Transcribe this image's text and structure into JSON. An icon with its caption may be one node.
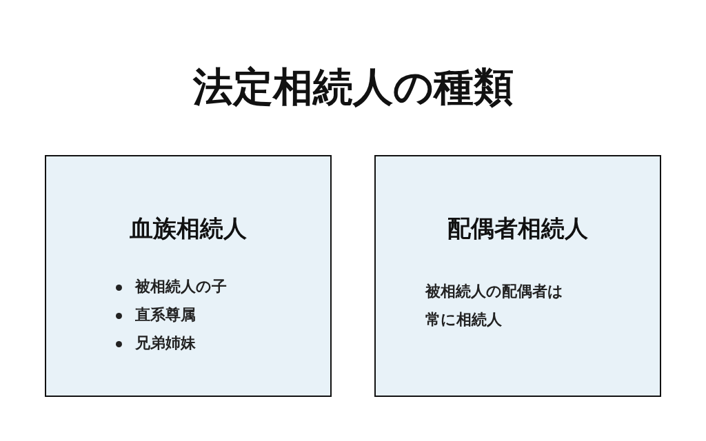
{
  "diagram": {
    "title": "法定相続人の種類",
    "nodes": [
      {
        "text": [
          "血族相続人",
          "被相続人の子",
          "直系尊属",
          "兄弟姉妹"
        ]
      },
      {
        "text": [
          "配偶者相続人",
          "被相続人の配偶者は常に相続人"
        ]
      }
    ]
  }
}
